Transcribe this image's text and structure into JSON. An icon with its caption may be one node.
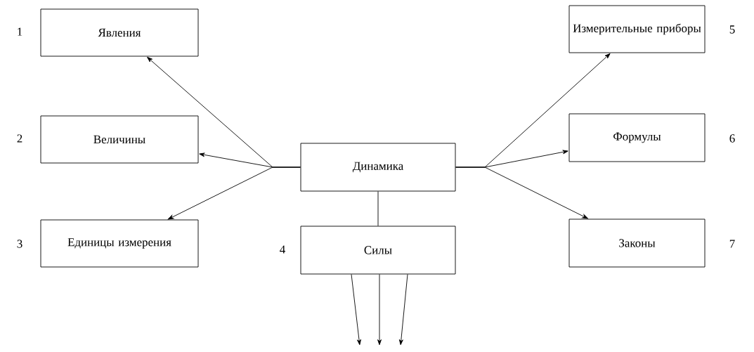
{
  "diagram": {
    "nodes": [
      {
        "text": [
          "Явления"
        ],
        "beside": [
          "1"
        ]
      },
      {
        "text": [
          "Величины"
        ],
        "beside": [
          "2"
        ]
      },
      {
        "text": [
          "Единицы измерения"
        ],
        "beside": [
          "3"
        ]
      },
      {
        "text": [
          "Динамика"
        ]
      },
      {
        "text": [
          "Силы"
        ],
        "beside": [
          "4"
        ]
      },
      {
        "text": [
          "Измерительные приборы"
        ],
        "beside": [
          "5"
        ]
      },
      {
        "text": [
          "Формулы"
        ],
        "beside": [
          "6"
        ]
      },
      {
        "text": [
          "Законы"
        ],
        "beside": [
          "7"
        ]
      }
    ],
    "edges": [
      {
        "from": 3,
        "to": 0,
        "arrow": "to"
      },
      {
        "from": 3,
        "to": 1,
        "arrow": "to"
      },
      {
        "from": 3,
        "to": 2,
        "arrow": "to"
      },
      {
        "from": 3,
        "to": 4,
        "arrow": "none"
      },
      {
        "from": 3,
        "to": 5,
        "arrow": "to"
      },
      {
        "from": 3,
        "to": 6,
        "arrow": "to"
      },
      {
        "from": 3,
        "to": 7,
        "arrow": "to"
      },
      {
        "from": 4,
        "to": null,
        "arrow": "to"
      },
      {
        "from": 4,
        "to": null,
        "arrow": "to"
      },
      {
        "from": 4,
        "to": null,
        "arrow": "to"
      }
    ]
  }
}
